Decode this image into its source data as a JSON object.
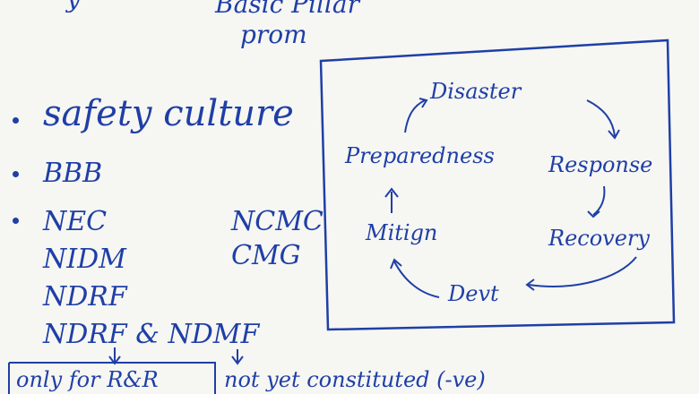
{
  "header": {
    "top_left_fragment": "y",
    "top_line": "Basic Pillar",
    "top_line2": "prom"
  },
  "bullets": [
    "safety culture",
    "BBB",
    "NEC",
    "NIDM",
    "NDRF",
    "NDRF & NDMF"
  ],
  "right_list": [
    "NCMC",
    "CMG"
  ],
  "cycle": {
    "disaster": "Disaster",
    "response": "Response",
    "recovery": "Recovery",
    "devt": "Devt",
    "mitign": "Mitign",
    "preparedness": "Preparedness"
  },
  "bottom": {
    "only_for": "only for R&R",
    "not_yet": "not yet constituted (-ve)"
  }
}
